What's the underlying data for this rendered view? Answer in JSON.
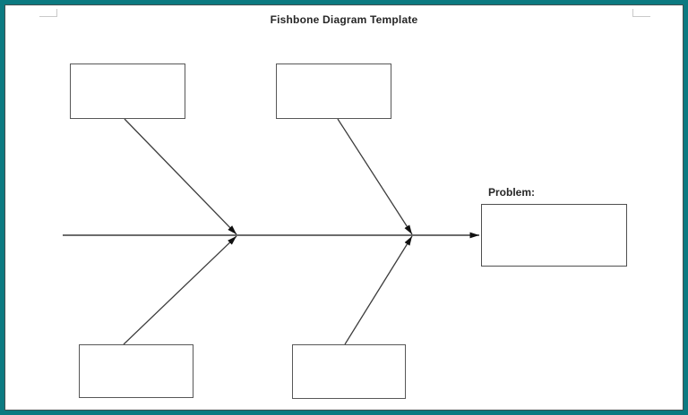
{
  "page": {
    "title": "Fishbone Diagram Template",
    "frame_color": "#0c7a81",
    "line_color": "#3c3c3c",
    "box_border_color": "#575757",
    "background": "#ffffff"
  },
  "diagram": {
    "type": "fishbone",
    "problem_label": "Problem:",
    "problem_box_text": "",
    "cause_boxes": {
      "top_left": "",
      "top_right": "",
      "bottom_left": "",
      "bottom_right": ""
    }
  }
}
